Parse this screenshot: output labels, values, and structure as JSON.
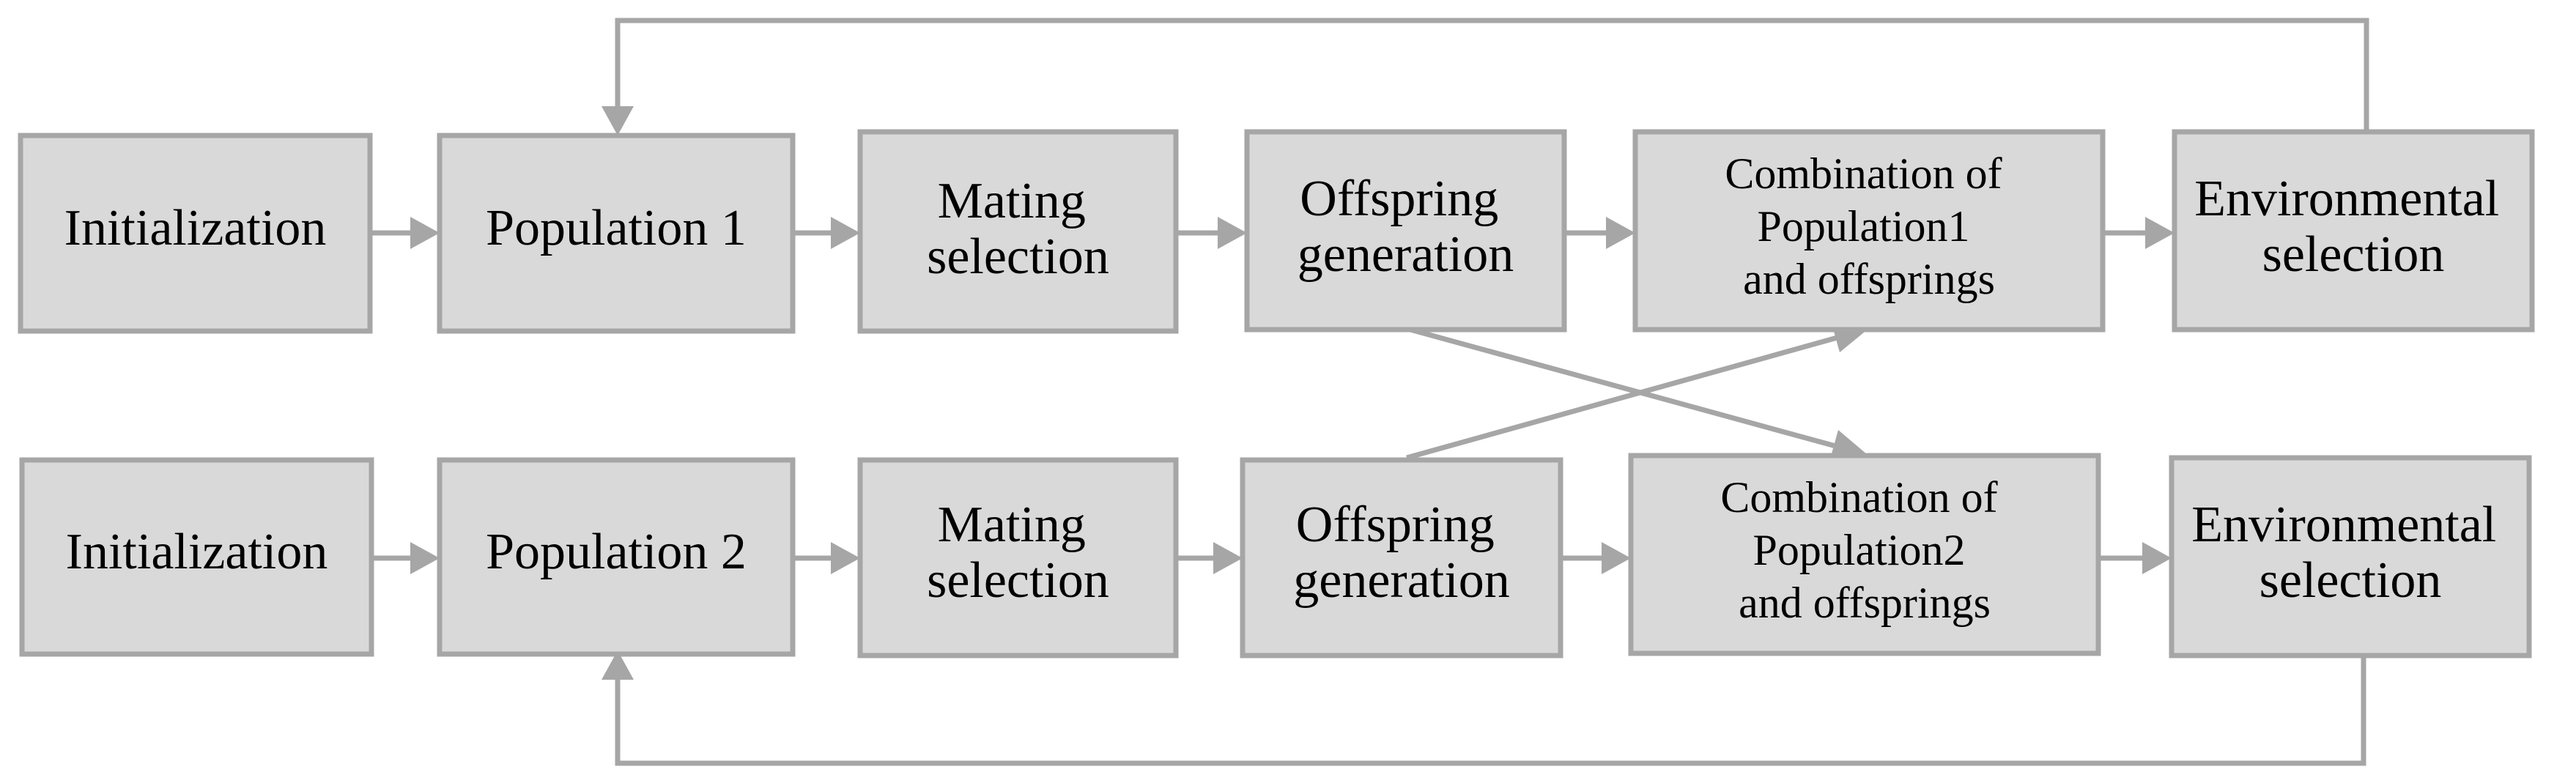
{
  "row1": {
    "init": [
      "Initialization"
    ],
    "population": [
      "Population 1"
    ],
    "mating": [
      "Mating",
      "selection"
    ],
    "offspring": [
      "Offspring",
      "generation"
    ],
    "combination": [
      "Combination of",
      "Population1",
      "and offsprings"
    ],
    "environmental": [
      "Environmental",
      "selection"
    ]
  },
  "row2": {
    "init": [
      "Initialization"
    ],
    "population": [
      "Population 2"
    ],
    "mating": [
      "Mating",
      "selection"
    ],
    "offspring": [
      "Offspring",
      "generation"
    ],
    "combination": [
      "Combination of",
      "Population2",
      "and offsprings"
    ],
    "environmental": [
      "Environmental",
      "selection"
    ]
  },
  "colors": {
    "box_fill": "#d9d9d9",
    "box_border": "#a6a6a6",
    "arrow": "#a6a6a6",
    "text": "#000000"
  }
}
